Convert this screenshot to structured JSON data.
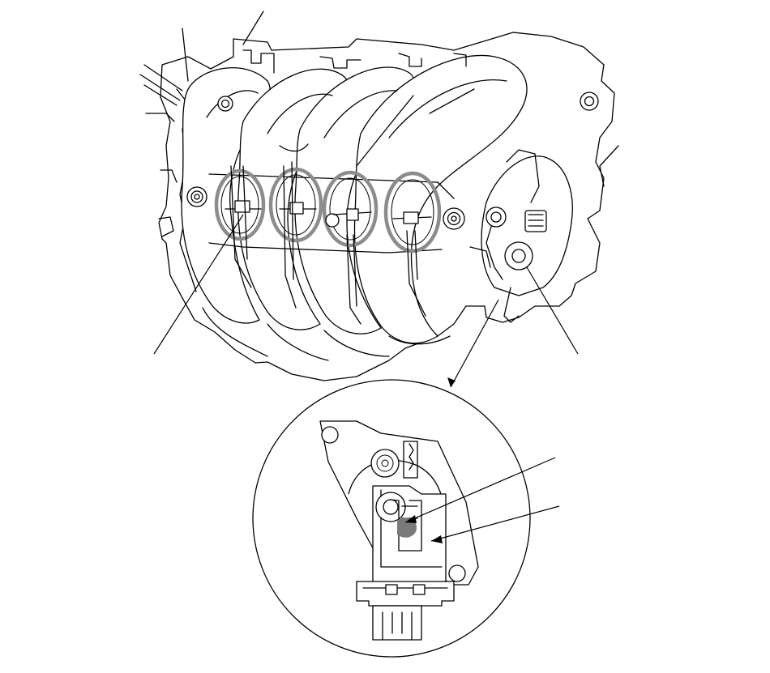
{
  "diagram": {
    "colors": {
      "line": "#000000",
      "gasket": "#8c8c8c",
      "shaded_part": "#7a7a7a",
      "background": "#ffffff"
    },
    "callouts": [
      {
        "name": "intake-port-gasket-callout",
        "label": ""
      },
      {
        "name": "actuator-callout",
        "label": ""
      },
      {
        "name": "detail-view-arrow",
        "label": ""
      },
      {
        "name": "detail-upper-callout",
        "label": ""
      },
      {
        "name": "detail-lower-callout",
        "label": ""
      }
    ]
  }
}
